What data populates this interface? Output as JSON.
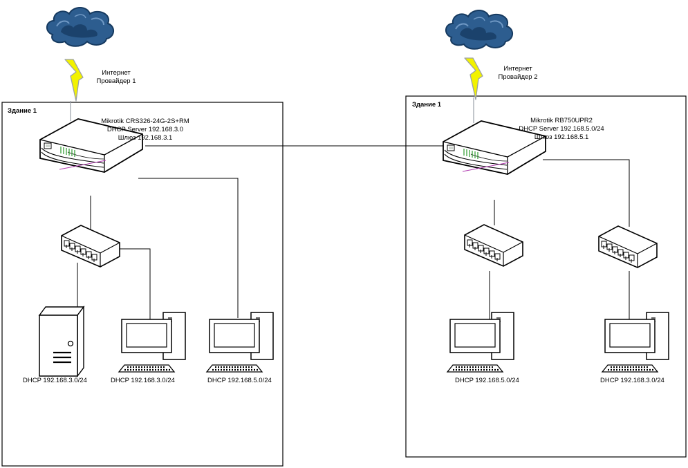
{
  "building1": {
    "label": "Здание 1",
    "internet": {
      "line1": "Интернет",
      "line2": "Провайдер 1"
    },
    "router": {
      "line1": "Mikrotik CRS326-24G-2S+RM",
      "line2": "DHCP Server 192.168.3.0",
      "line3": "Шлюз 192.168.3.1"
    },
    "devices": [
      {
        "type": "server",
        "label": "DHCP 192.168.3.0/24"
      },
      {
        "type": "pc",
        "label": "DHCP 192.168.3.0/24"
      },
      {
        "type": "pc",
        "label": "DHCP 192.168.5.0/24"
      }
    ]
  },
  "building2": {
    "label": "Здание 1",
    "internet": {
      "line1": "Интернет",
      "line2": "Провайдер 2"
    },
    "router": {
      "line1": "Mikrotik  RB750UPR2",
      "line2": "DHCP Server 192.168.5.0/24",
      "line3": "Шлюз 192.168.5.1"
    },
    "devices": [
      {
        "type": "pc",
        "label": "DHCP 192.168.5.0/24"
      },
      {
        "type": "pc",
        "label": "DHCP 192.168.3.0/24"
      }
    ]
  },
  "colors": {
    "cloud": "#2d5d8f",
    "cloud_dark": "#163a60",
    "lightning": "#f2f200",
    "lightning_edge": "#9aa0a8",
    "port_led": "#3aa23a",
    "cable": "#b03ab0"
  }
}
